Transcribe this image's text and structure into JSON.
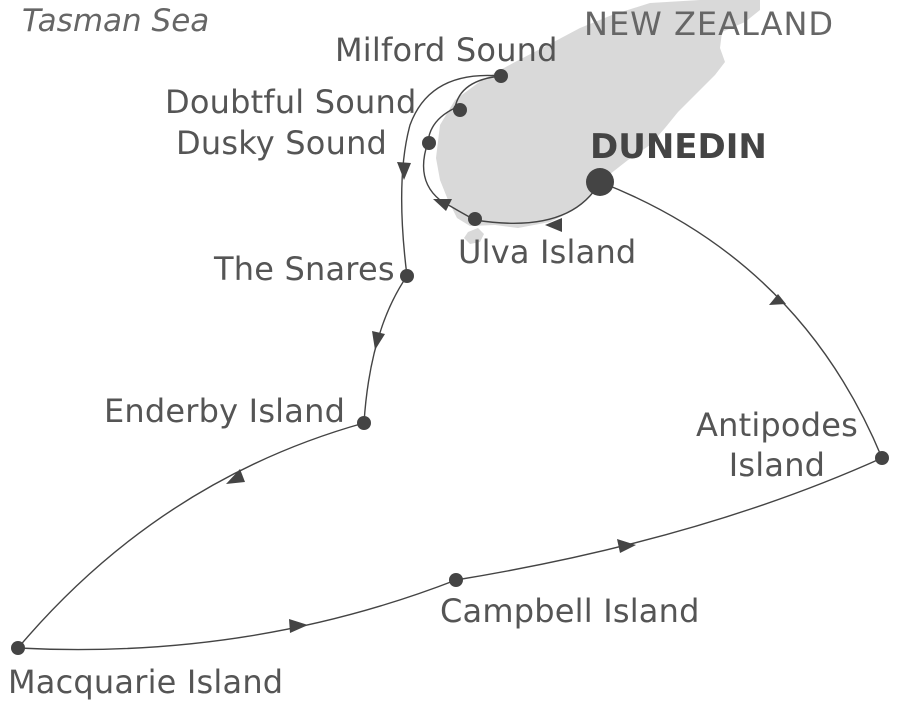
{
  "map": {
    "sea_label": "Tasman Sea",
    "country_label": "NEW ZEALAND",
    "port_label": "DUNEDIN",
    "stops": {
      "milford": "Milford Sound",
      "doubtful": "Doubtful Sound",
      "dusky": "Dusky Sound",
      "ulva": "Ulva Island",
      "snares": "The Snares",
      "enderby": "Enderby Island",
      "antipodes_line1": "Antipodes",
      "antipodes_line2": "Island",
      "campbell": "Campbell Island",
      "macquarie": "Macquarie Island"
    },
    "colors": {
      "land": "#d9d9d9",
      "route": "#444444",
      "marker": "#444444",
      "text": "#555555"
    }
  }
}
